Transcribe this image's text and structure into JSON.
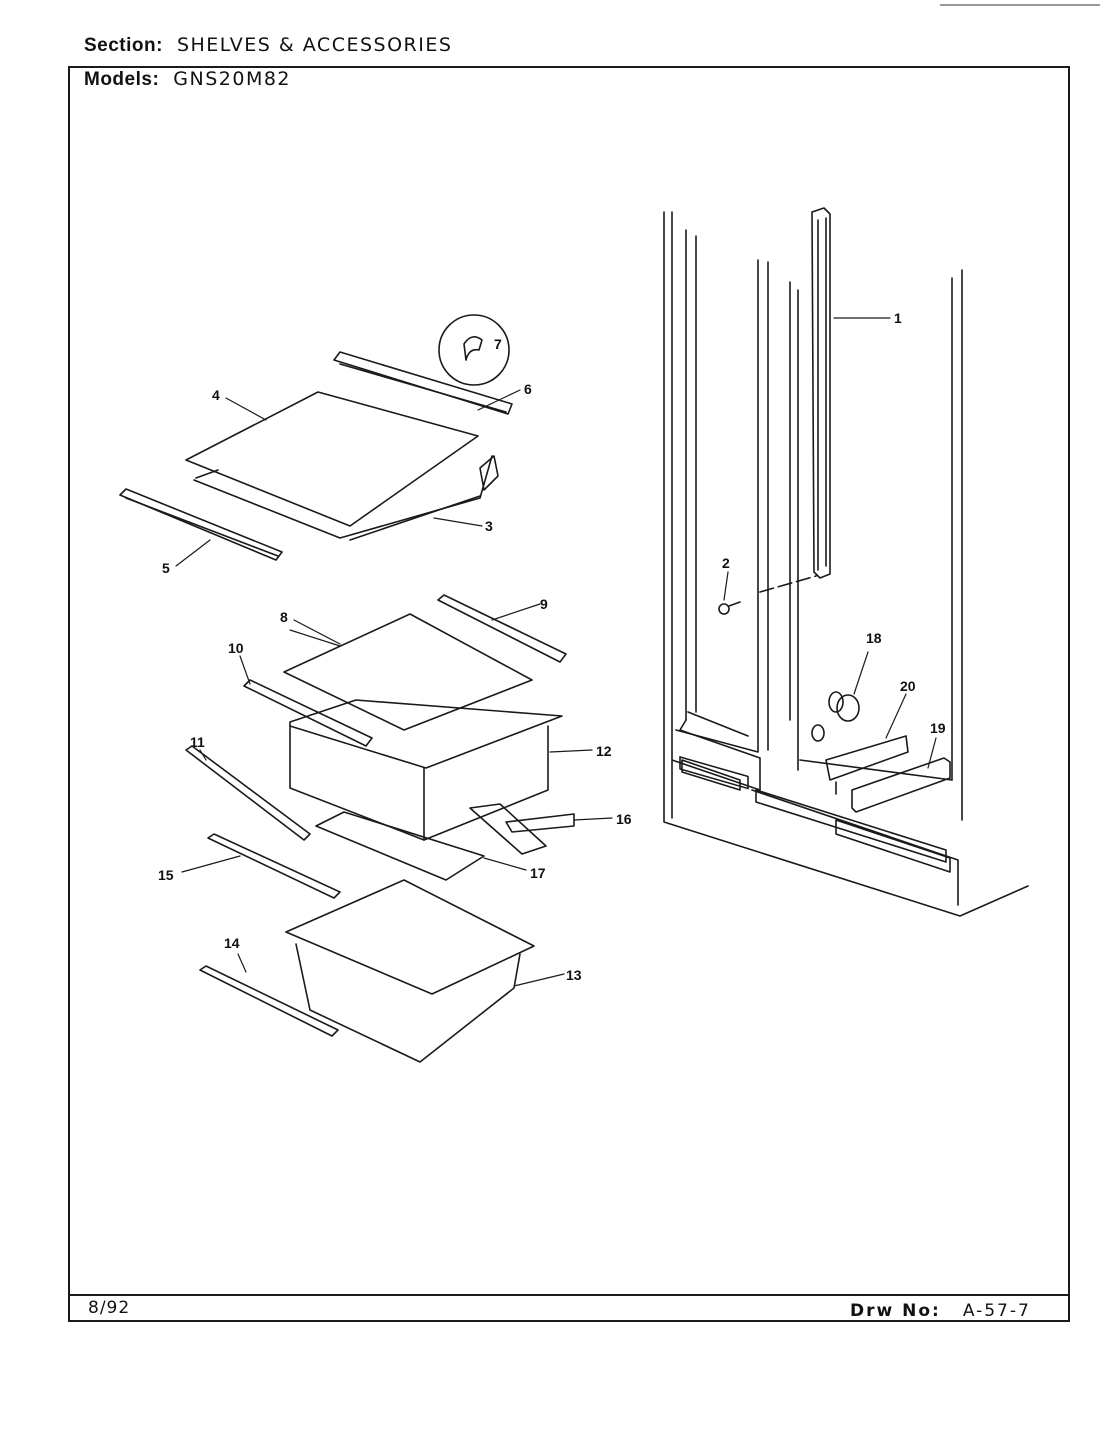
{
  "header": {
    "section_label": "Section:",
    "section_value": "SHELVES & ACCESSORIES",
    "models_label": "Models:",
    "models_value": "GNS20M82"
  },
  "footer": {
    "date": "8/92",
    "drawing_label": "Drw No:",
    "drawing_number": "A-57-7"
  },
  "callouts": [
    "1",
    "2",
    "3",
    "4",
    "5",
    "6",
    "7",
    "8",
    "9",
    "10",
    "11",
    "12",
    "13",
    "14",
    "15",
    "16",
    "17",
    "18",
    "19",
    "20"
  ]
}
